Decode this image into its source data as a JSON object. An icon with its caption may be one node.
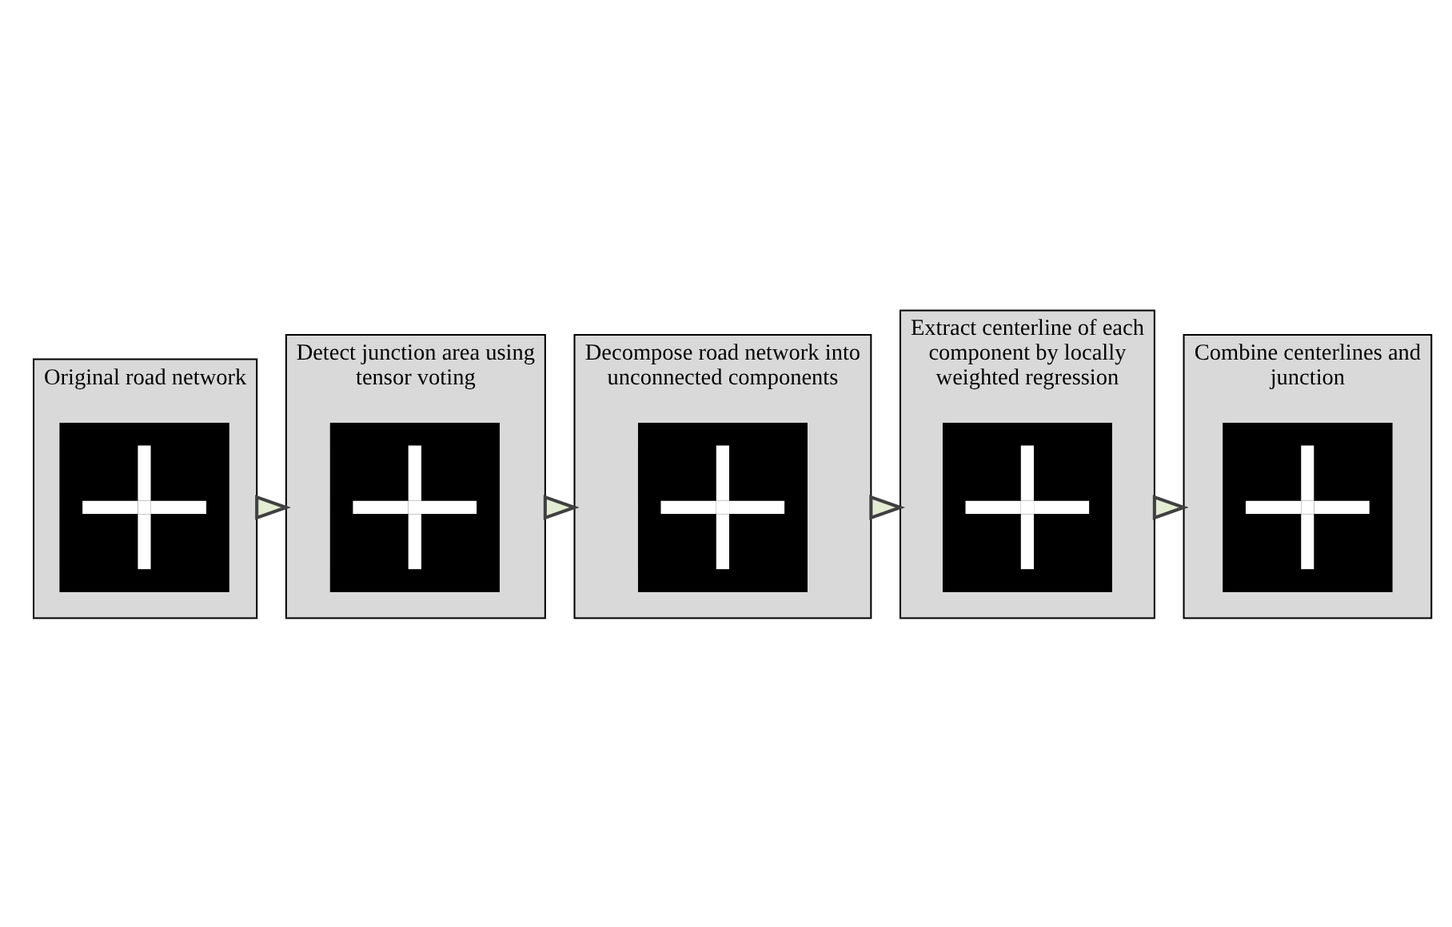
{
  "diagram": {
    "nodes": [
      {
        "text": [
          "Original road network"
        ]
      },
      {
        "text": [],
        "shape": "picture",
        "in": 0
      },
      {
        "text": [
          "Detect junction area using tensor voting"
        ]
      },
      {
        "text": [],
        "shape": "picture",
        "in": 2
      },
      {
        "text": [
          "Decompose road network into unconnected components"
        ]
      },
      {
        "text": [],
        "shape": "picture",
        "in": 4
      },
      {
        "text": [
          "Combine centerlines and junction"
        ]
      },
      {
        "text": [],
        "shape": "picture",
        "in": 6
      },
      {
        "text": [
          "Extract centerline of each component by locally weighted regression"
        ]
      },
      {
        "text": [],
        "shape": "picture",
        "in": 8
      }
    ],
    "edges": [
      {
        "from": 0,
        "to": 2,
        "arrow": "to"
      },
      {
        "from": 2,
        "to": 4,
        "arrow": "to"
      },
      {
        "from": 4,
        "to": 8,
        "arrow": "to"
      },
      {
        "from": 8,
        "to": 6,
        "arrow": "to"
      }
    ]
  }
}
